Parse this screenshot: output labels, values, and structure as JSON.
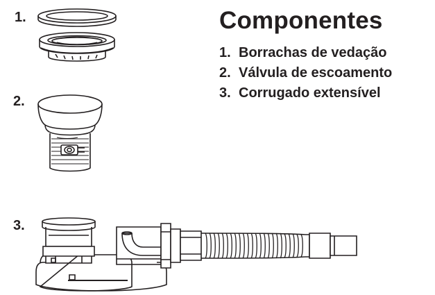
{
  "heading": "Componentes",
  "items": [
    {
      "number": "1.",
      "label": "Borrachas de vedação"
    },
    {
      "number": "2.",
      "label": "Válvula de escoamento"
    },
    {
      "number": "3.",
      "label": "Corrugado extensível"
    }
  ],
  "figure_labels": [
    "1.",
    "2.",
    "3."
  ],
  "colors": {
    "ink": "#231f20",
    "background": "#ffffff"
  }
}
